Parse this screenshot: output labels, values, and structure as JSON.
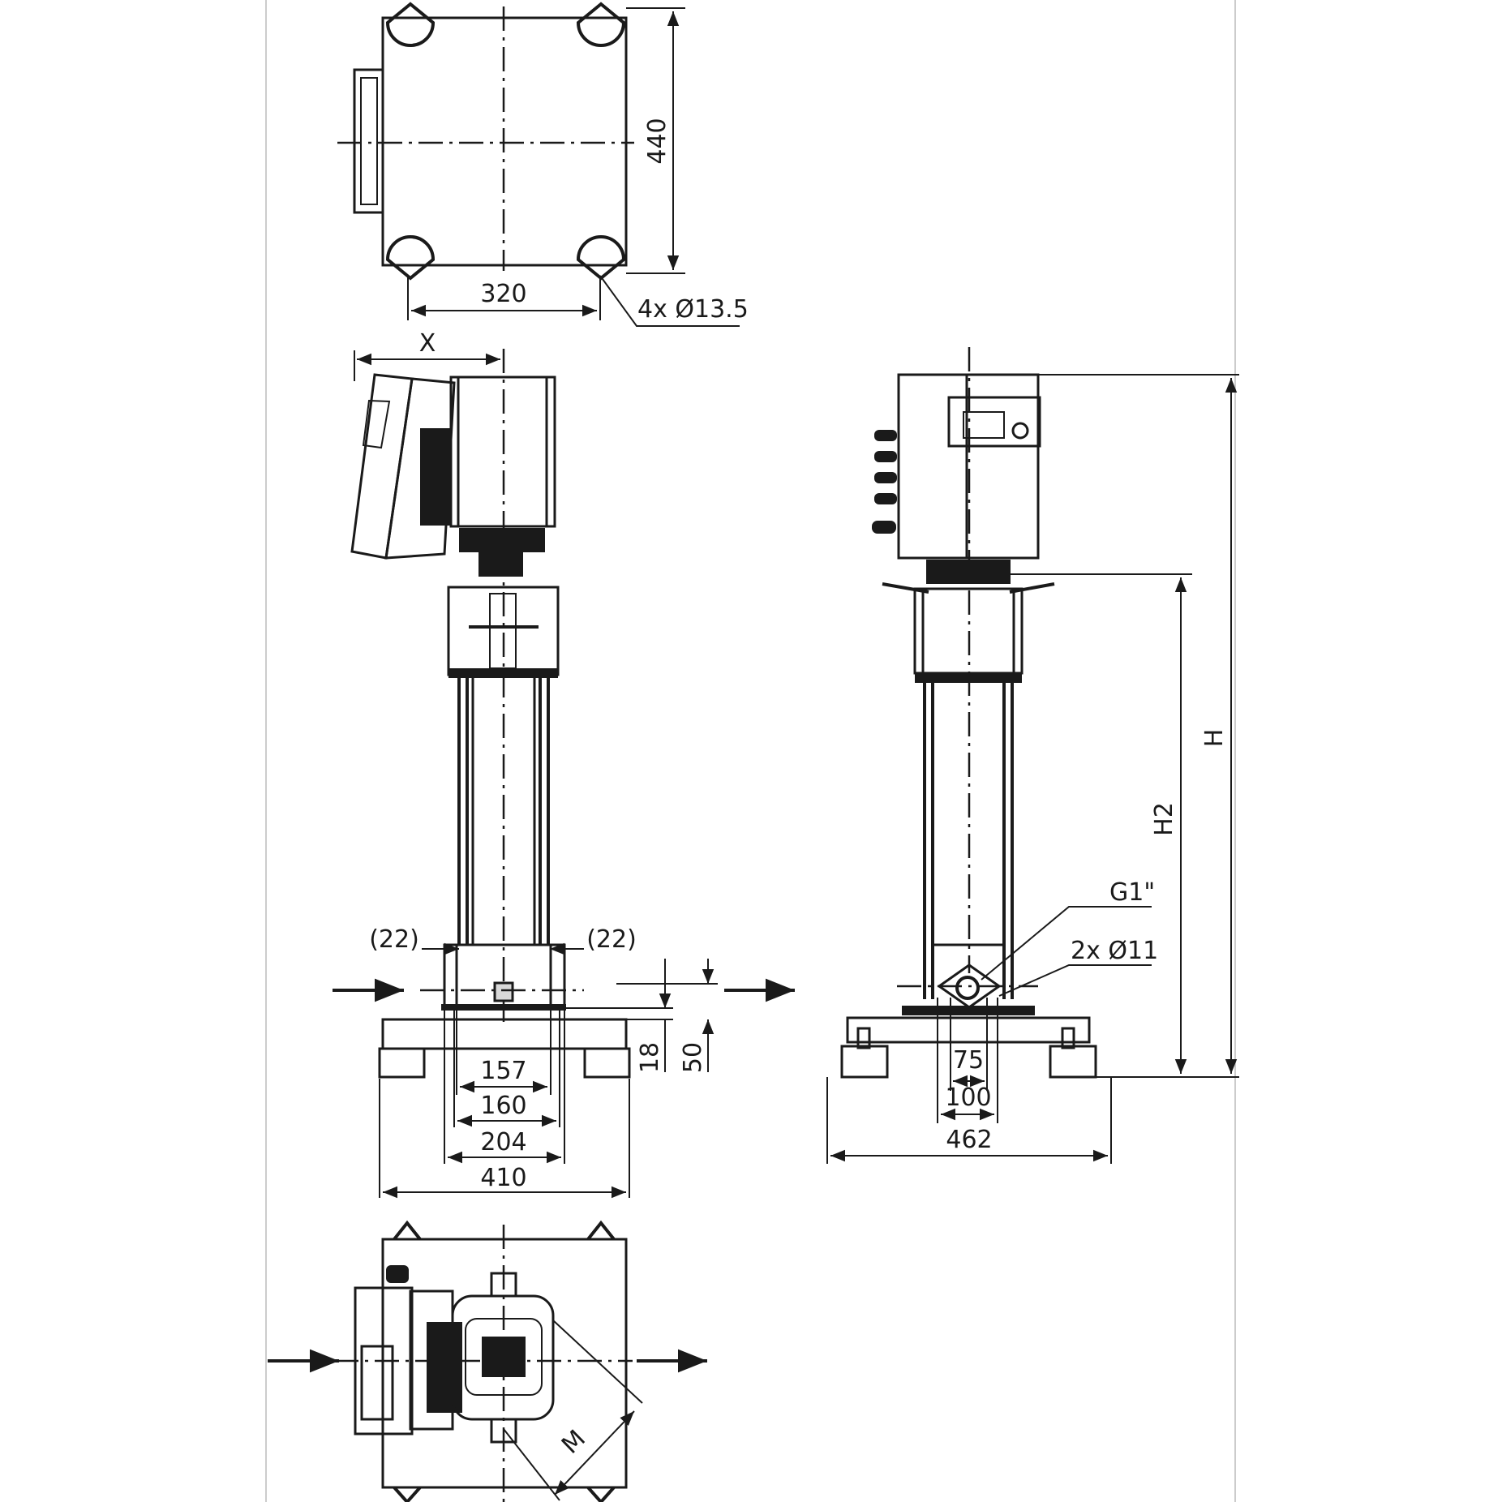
{
  "labels": {
    "top_width": "320",
    "top_height": "440",
    "holes_top": "4x Ø13.5",
    "x": "X",
    "left_gap": "(22)",
    "right_gap": "(22)",
    "d157": "157",
    "d160": "160",
    "d204": "204",
    "d410": "410",
    "d18": "18",
    "d50": "50",
    "h": "H",
    "h2": "H2",
    "g1": "G1\"",
    "holes_side": "2x Ø11",
    "d75": "75",
    "d100": "100",
    "d462": "462",
    "m": "M"
  }
}
